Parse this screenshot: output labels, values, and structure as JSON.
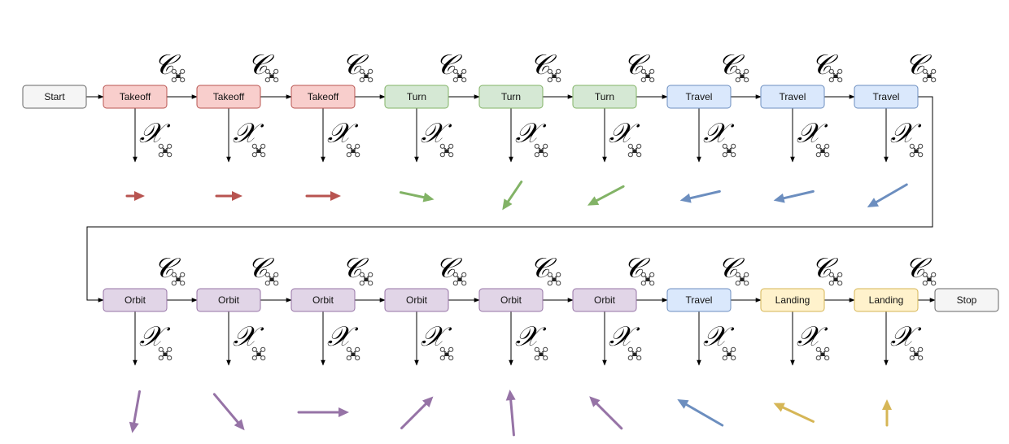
{
  "symbols": {
    "context": "𝒞",
    "state": "𝒳"
  },
  "rows": [
    {
      "nodes": [
        {
          "label": "Start",
          "kind": "terminal",
          "context": false,
          "state": false
        },
        {
          "label": "Takeoff",
          "kind": "takeoff",
          "context": true,
          "state": true,
          "arrow_deg": 0,
          "arrow_len": 22
        },
        {
          "label": "Takeoff",
          "kind": "takeoff",
          "context": true,
          "state": true,
          "arrow_deg": 0,
          "arrow_len": 32
        },
        {
          "label": "Takeoff",
          "kind": "takeoff",
          "context": true,
          "state": true,
          "arrow_deg": 0,
          "arrow_len": 42
        },
        {
          "label": "Turn",
          "kind": "turn",
          "context": true,
          "state": true,
          "arrow_deg": 12,
          "arrow_len": 42
        },
        {
          "label": "Turn",
          "kind": "turn",
          "context": true,
          "state": true,
          "arrow_deg": 124,
          "arrow_len": 42
        },
        {
          "label": "Turn",
          "kind": "turn",
          "context": true,
          "state": true,
          "arrow_deg": 152,
          "arrow_len": 50
        },
        {
          "label": "Travel",
          "kind": "travel",
          "context": true,
          "state": true,
          "arrow_deg": 167,
          "arrow_len": 50
        },
        {
          "label": "Travel",
          "kind": "travel",
          "context": true,
          "state": true,
          "arrow_deg": 167,
          "arrow_len": 50
        },
        {
          "label": "Travel",
          "kind": "travel",
          "context": true,
          "state": true,
          "arrow_deg": 150,
          "arrow_len": 56
        }
      ]
    },
    {
      "nodes": [
        {
          "label": "Orbit",
          "kind": "orbit",
          "context": true,
          "state": true,
          "arrow_deg": 100,
          "arrow_len": 52
        },
        {
          "label": "Orbit",
          "kind": "orbit",
          "context": true,
          "state": true,
          "arrow_deg": 50,
          "arrow_len": 58
        },
        {
          "label": "Orbit",
          "kind": "orbit",
          "context": true,
          "state": true,
          "arrow_deg": 0,
          "arrow_len": 62
        },
        {
          "label": "Orbit",
          "kind": "orbit",
          "context": true,
          "state": true,
          "arrow_deg": -45,
          "arrow_len": 55
        },
        {
          "label": "Orbit",
          "kind": "orbit",
          "context": true,
          "state": true,
          "arrow_deg": -95,
          "arrow_len": 56
        },
        {
          "label": "Orbit",
          "kind": "orbit",
          "context": true,
          "state": true,
          "arrow_deg": -135,
          "arrow_len": 56
        },
        {
          "label": "Travel",
          "kind": "travel",
          "context": true,
          "state": true,
          "arrow_deg": -150,
          "arrow_len": 64
        },
        {
          "label": "Landing",
          "kind": "landing",
          "context": true,
          "state": true,
          "arrow_deg": -155,
          "arrow_len": 54
        },
        {
          "label": "Landing",
          "kind": "landing",
          "context": true,
          "state": true,
          "arrow_deg": -90,
          "arrow_len": 32
        },
        {
          "label": "Stop",
          "kind": "terminal",
          "context": false,
          "state": false
        }
      ]
    }
  ],
  "colors": {
    "terminal": {
      "fill": "#f5f5f5",
      "stroke": "#666666"
    },
    "takeoff": {
      "fill": "#f8cecc",
      "stroke": "#b85450",
      "arrow": "#b85450"
    },
    "turn": {
      "fill": "#d5e8d4",
      "stroke": "#82b366",
      "arrow": "#82b366"
    },
    "travel": {
      "fill": "#dae8fc",
      "stroke": "#6c8ebf",
      "arrow": "#6c8ebf"
    },
    "orbit": {
      "fill": "#e1d5e7",
      "stroke": "#9673a6",
      "arrow": "#9673a6"
    },
    "landing": {
      "fill": "#fff2cc",
      "stroke": "#d6b656",
      "arrow": "#d6b656"
    }
  },
  "icons": {
    "drone": "drone-icon"
  }
}
